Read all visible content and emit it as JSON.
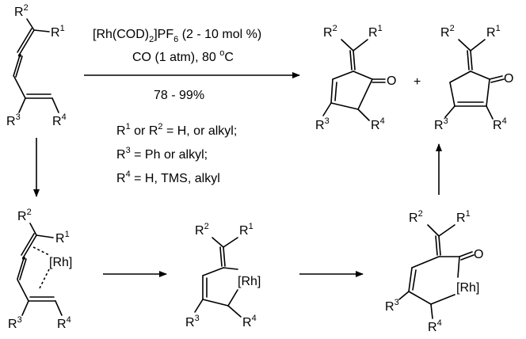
{
  "labels": {
    "r1": "R",
    "r2": "R",
    "r3": "R",
    "r4": "R",
    "sup1": "1",
    "sup2": "2",
    "sup3": "3",
    "sup4": "4",
    "rh": "[Rh]",
    "oxygen": "O",
    "plus": "+"
  },
  "conditions": {
    "catalyst_a": "[Rh(COD)",
    "catalyst_sub": "2",
    "catalyst_b": "]PF",
    "catalyst_sub2": "6",
    "catalyst_c": " (2 - 10 mol %)",
    "co_a": "CO (1 atm), 80 ",
    "co_sup": "o",
    "co_b": "C",
    "yield": "78 - 99%",
    "line1_mid": " or ",
    "line1_end": " = H, or alkyl;",
    "line2_end": " = Ph or alkyl;",
    "line3_end": " = H, TMS, alkyl"
  }
}
